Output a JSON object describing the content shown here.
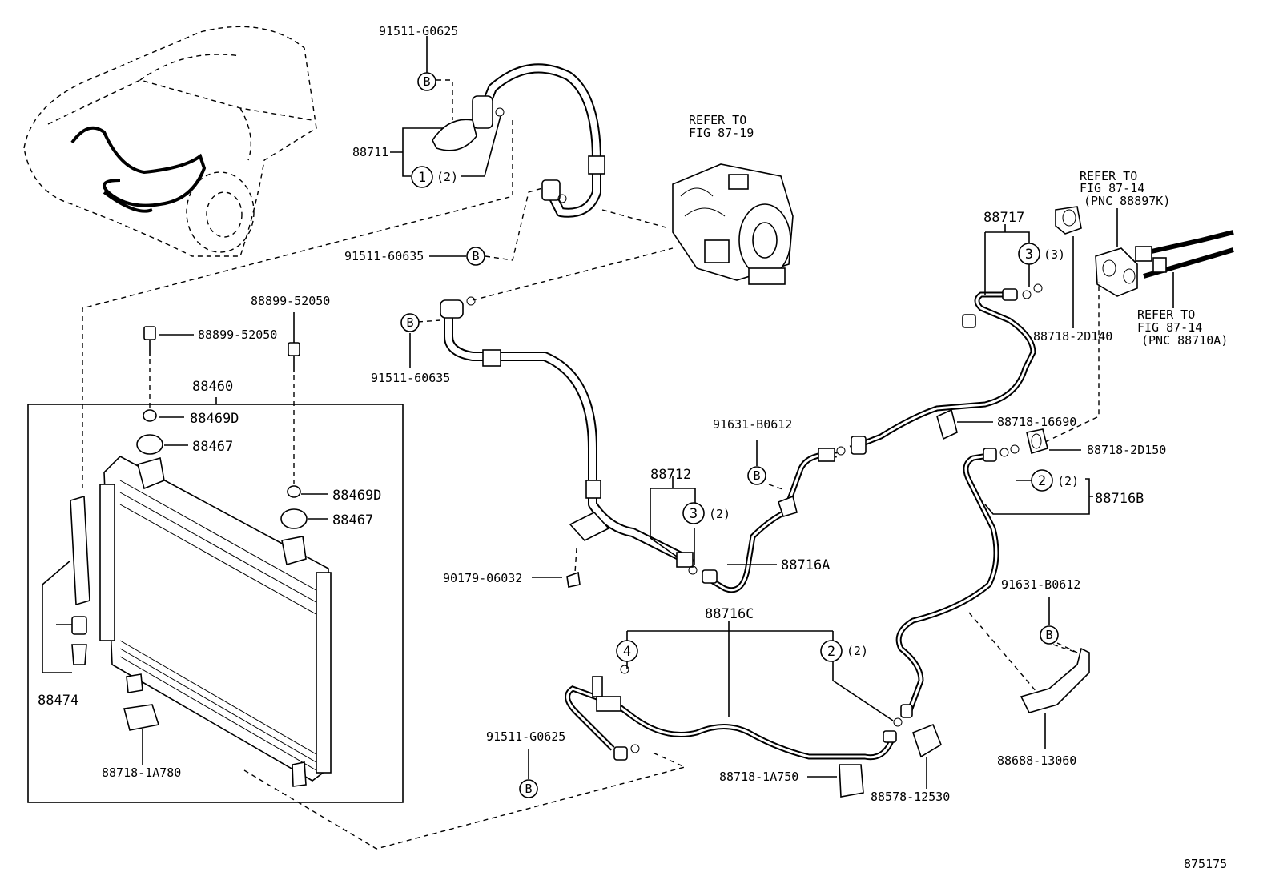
{
  "diagram_id": "875175",
  "labels": {
    "p91511_G0625_top": "91511-G0625",
    "p88711": "88711",
    "qty_88711": "(2)",
    "p91511_60635_a": "91511-60635",
    "refer_87_19_l1": "REFER TO",
    "refer_87_19_l2": "FIG 87-19",
    "p88899_52050_a": "88899-52050",
    "p88899_52050_b": "88899-52050",
    "p88460": "88460",
    "p88469D_a": "88469D",
    "p88467_a": "88467",
    "p88469D_b": "88469D",
    "p88467_b": "88467",
    "p88474": "88474",
    "p88718_1A780": "88718-1A780",
    "p91511_60635_b": "91511-60635",
    "p88712": "88712",
    "qty_88712": "(2)",
    "p90179_06032": "90179-06032",
    "p91631_B0612_a": "91631-B0612",
    "p88716A": "88716A",
    "p88717": "88717",
    "qty_88717": "(3)",
    "refer_87_14_a_l1": "REFER TO",
    "refer_87_14_a_l2": "FIG 87-14",
    "refer_87_14_a_l3": "(PNC 88897K)",
    "refer_87_14_b_l1": "REFER TO",
    "refer_87_14_b_l2": "FIG 87-14",
    "refer_87_14_b_l3": "(PNC 88710A)",
    "p88718_2D140": "88718-2D140",
    "p88718_16690": "88718-16690",
    "p88718_2D150": "88718-2D150",
    "p88716B": "88716B",
    "qty_88716B": "(2)",
    "p91631_B0612_b": "91631-B0612",
    "p88716C": "88716C",
    "qty_88716C": "(2)",
    "p91511_G0625_bot": "91511-G0625",
    "p88718_1A750": "88718-1A750",
    "p88578_12530": "88578-12530",
    "p88688_13060": "88688-13060"
  },
  "markers": {
    "b": "B",
    "one": "1",
    "two": "2",
    "three": "3",
    "four": "4"
  }
}
